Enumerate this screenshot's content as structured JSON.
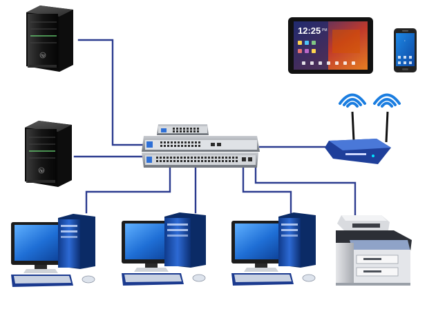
{
  "diagram": {
    "devices": {
      "server_1": {
        "icon": "tower-server-icon",
        "brand": "hp"
      },
      "server_2": {
        "icon": "tower-server-icon",
        "brand": "hp"
      },
      "tablet": {
        "icon": "tablet-icon",
        "clock_text": "12:25",
        "clock_suffix": "PM"
      },
      "phone": {
        "icon": "smartphone-icon"
      },
      "router": {
        "icon": "wireless-router-icon"
      },
      "switch_stack": {
        "icon": "network-switch-icon",
        "units": 3
      },
      "workstation_1": {
        "icon": "desktop-computer-icon"
      },
      "workstation_2": {
        "icon": "desktop-computer-icon"
      },
      "workstation_3": {
        "icon": "desktop-computer-icon"
      },
      "printer": {
        "icon": "multifunction-printer-icon"
      }
    },
    "links": [
      {
        "from": "server_1",
        "to": "switch_stack"
      },
      {
        "from": "server_2",
        "to": "switch_stack"
      },
      {
        "from": "router",
        "to": "switch_stack"
      },
      {
        "from": "workstation_1",
        "to": "switch_stack"
      },
      {
        "from": "workstation_2",
        "to": "switch_stack"
      },
      {
        "from": "workstation_3",
        "to": "switch_stack"
      },
      {
        "from": "printer",
        "to": "switch_stack"
      }
    ],
    "colors": {
      "cable": "#2b3b8f",
      "server_body": "#1b1b1b",
      "monitor_screen": "#1f6fd6",
      "pc_tower": "#1f4fb0",
      "router_body": "#1f3f9a",
      "wifi_waves": "#1a7de0",
      "switch_body": "#8a8f96"
    }
  }
}
